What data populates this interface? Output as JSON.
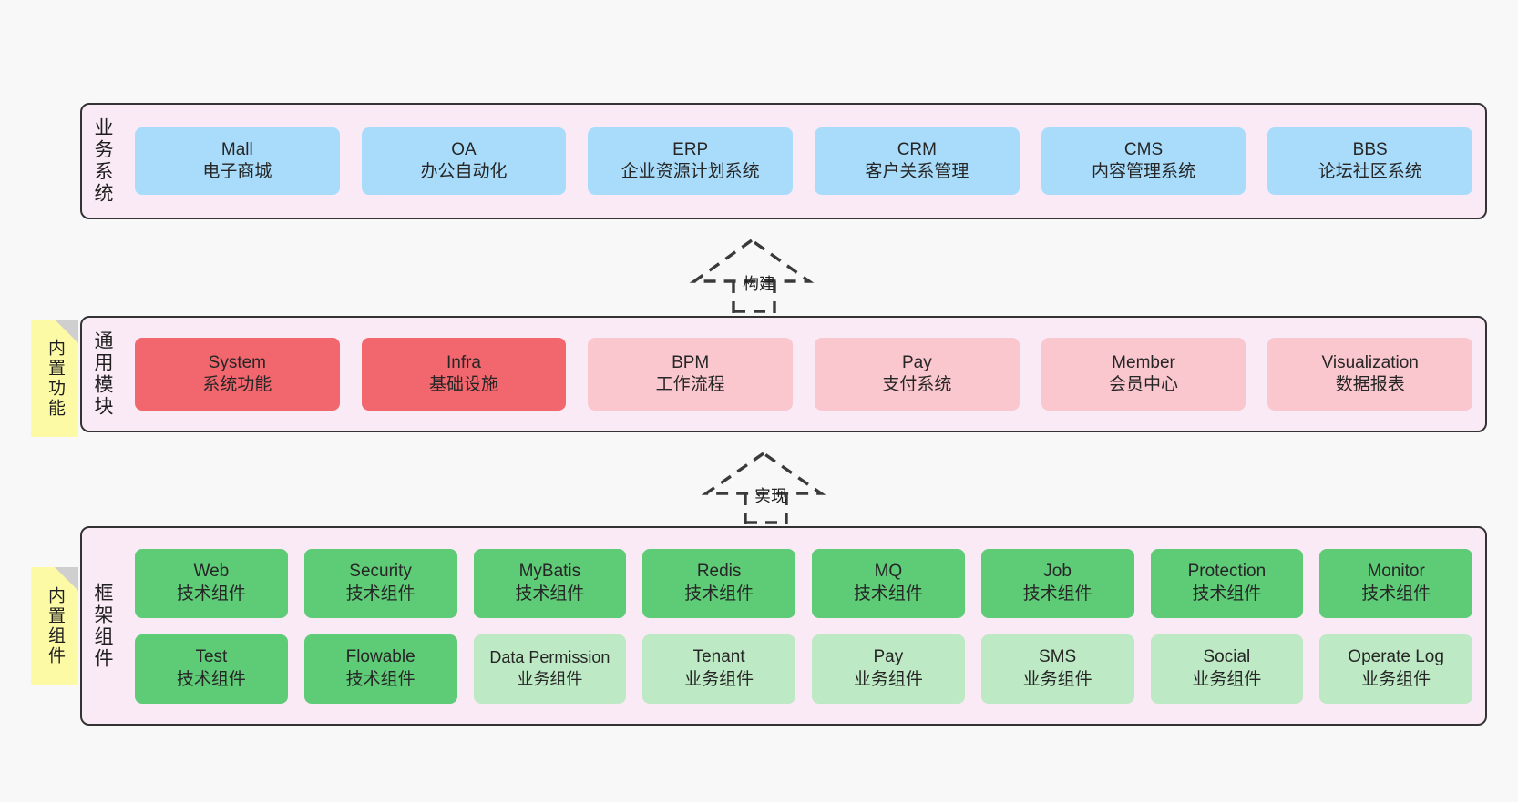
{
  "diagram": {
    "background": "#f8f8f8",
    "panel_fill": "#f9eaf5",
    "panel_border": "#333333",
    "note_fill": "#fdfaa5",
    "note_fold": "#cfcfcf"
  },
  "layers": [
    {
      "id": "business-systems",
      "caption": "业务系统",
      "rows": [
        [
          {
            "title": "Mall",
            "subtitle": "电子商城",
            "variant": "c-blue",
            "color": "#a9dcfb"
          },
          {
            "title": "OA",
            "subtitle": "办公自动化",
            "variant": "c-blue",
            "color": "#a9dcfb"
          },
          {
            "title": "ERP",
            "subtitle": "企业资源计划系统",
            "variant": "c-blue",
            "color": "#a9dcfb"
          },
          {
            "title": "CRM",
            "subtitle": "客户关系管理",
            "variant": "c-blue",
            "color": "#a9dcfb"
          },
          {
            "title": "CMS",
            "subtitle": "内容管理系统",
            "variant": "c-blue",
            "color": "#a9dcfb"
          },
          {
            "title": "BBS",
            "subtitle": "论坛社区系统",
            "variant": "c-blue",
            "color": "#a9dcfb"
          }
        ]
      ]
    },
    {
      "id": "common-modules",
      "caption": "通用模块",
      "note": "内置功能",
      "rows": [
        [
          {
            "title": "System",
            "subtitle": "系统功能",
            "variant": "c-red",
            "color": "#f2666e"
          },
          {
            "title": "Infra",
            "subtitle": "基础设施",
            "variant": "c-red",
            "color": "#f2666e"
          },
          {
            "title": "BPM",
            "subtitle": "工作流程",
            "variant": "c-pink",
            "color": "#fbc7ce"
          },
          {
            "title": "Pay",
            "subtitle": "支付系统",
            "variant": "c-pink",
            "color": "#fbc7ce"
          },
          {
            "title": "Member",
            "subtitle": "会员中心",
            "variant": "c-pink",
            "color": "#fbc7ce"
          },
          {
            "title": "Visualization",
            "subtitle": "数据报表",
            "variant": "c-pink",
            "color": "#fbc7ce"
          }
        ]
      ]
    },
    {
      "id": "framework-components",
      "caption": "框架组件",
      "note": "内置组件",
      "rows": [
        [
          {
            "title": "Web",
            "subtitle": "技术组件",
            "variant": "c-green",
            "color": "#5ecb77"
          },
          {
            "title": "Security",
            "subtitle": "技术组件",
            "variant": "c-green",
            "color": "#5ecb77"
          },
          {
            "title": "MyBatis",
            "subtitle": "技术组件",
            "variant": "c-green",
            "color": "#5ecb77"
          },
          {
            "title": "Redis",
            "subtitle": "技术组件",
            "variant": "c-green",
            "color": "#5ecb77"
          },
          {
            "title": "MQ",
            "subtitle": "技术组件",
            "variant": "c-green",
            "color": "#5ecb77"
          },
          {
            "title": "Job",
            "subtitle": "技术组件",
            "variant": "c-green",
            "color": "#5ecb77"
          },
          {
            "title": "Protection",
            "subtitle": "技术组件",
            "variant": "c-green",
            "color": "#5ecb77"
          },
          {
            "title": "Monitor",
            "subtitle": "技术组件",
            "variant": "c-green",
            "color": "#5ecb77"
          }
        ],
        [
          {
            "title": "Test",
            "subtitle": "技术组件",
            "variant": "c-green",
            "color": "#5ecb77"
          },
          {
            "title": "Flowable",
            "subtitle": "技术组件",
            "variant": "c-green",
            "color": "#5ecb77"
          },
          {
            "title": "Data Permission",
            "subtitle": "业务组件",
            "variant": "c-lightgreen",
            "color": "#bde9c4"
          },
          {
            "title": "Tenant",
            "subtitle": "业务组件",
            "variant": "c-lightgreen",
            "color": "#bde9c4"
          },
          {
            "title": "Pay",
            "subtitle": "业务组件",
            "variant": "c-lightgreen",
            "color": "#bde9c4"
          },
          {
            "title": "SMS",
            "subtitle": "业务组件",
            "variant": "c-lightgreen",
            "color": "#bde9c4"
          },
          {
            "title": "Social",
            "subtitle": "业务组件",
            "variant": "c-lightgreen",
            "color": "#bde9c4"
          },
          {
            "title": "Operate Log",
            "subtitle": "业务组件",
            "variant": "c-lightgreen",
            "color": "#bde9c4"
          }
        ]
      ]
    }
  ],
  "connectors": [
    {
      "id": "build",
      "label": "构建"
    },
    {
      "id": "implement",
      "label": "实现"
    }
  ]
}
